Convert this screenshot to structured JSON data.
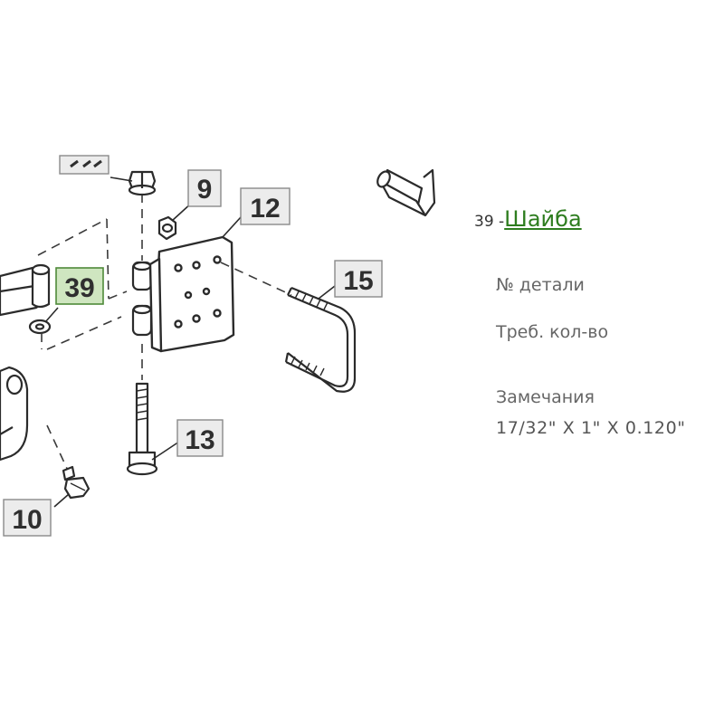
{
  "diagram": {
    "callouts": {
      "c9": "9",
      "c10": "10",
      "c12": "12",
      "c13": "13",
      "c15": "15",
      "c39": "39"
    },
    "highlighted_callout": "39",
    "colors": {
      "line": "#2b2b2b",
      "callout_bg": "#ececec",
      "callout_border": "#8a8a8a",
      "highlight_bg": "#cfe6c0",
      "highlight_border": "#4f8a3a"
    }
  },
  "part": {
    "number": "39 -",
    "name": "Шайба",
    "part_no_label": "№ детали",
    "qty_label": "Треб. кол-во",
    "remarks_label": "Замечания",
    "remarks_value": "17/32\" X 1\" X 0.120\"",
    "link_color": "#2e7d1f"
  }
}
